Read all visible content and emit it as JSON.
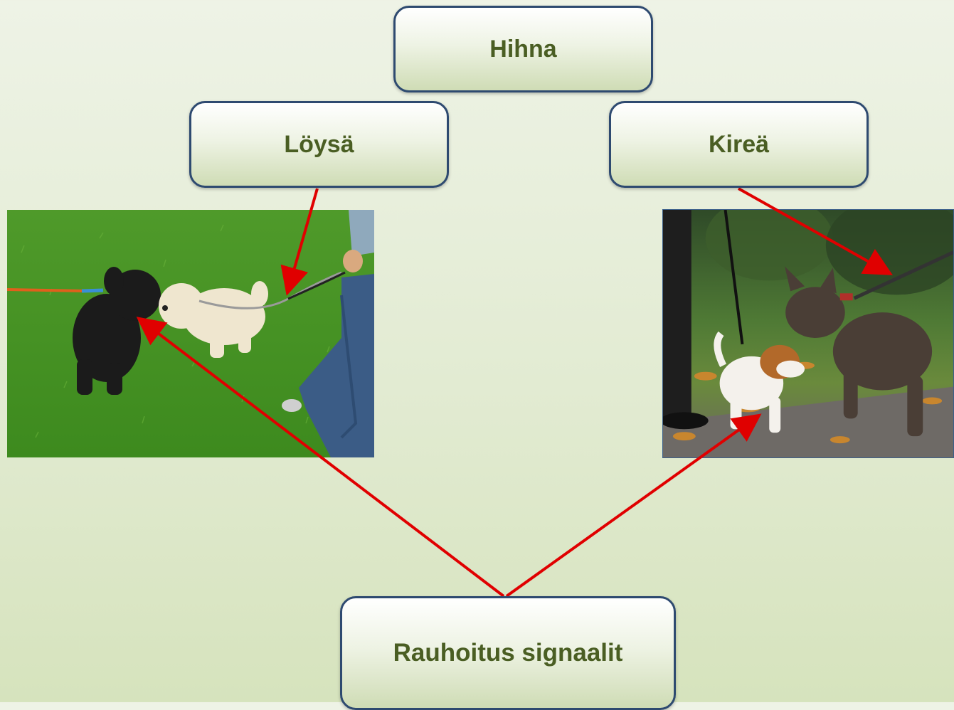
{
  "nodes": {
    "root": "Hihna",
    "left": "Löysä",
    "right": "Kireä",
    "bottom": "Rauhoitus signaalit"
  },
  "photos": {
    "left": "two small dogs sniffing each other on grass, loose leashes",
    "right": "two dogs meeting on path with autumn leaves, tight leashes"
  },
  "colors": {
    "node_border": "#2e4a70",
    "node_text": "#4a5e23",
    "arrow": "#e00000"
  }
}
